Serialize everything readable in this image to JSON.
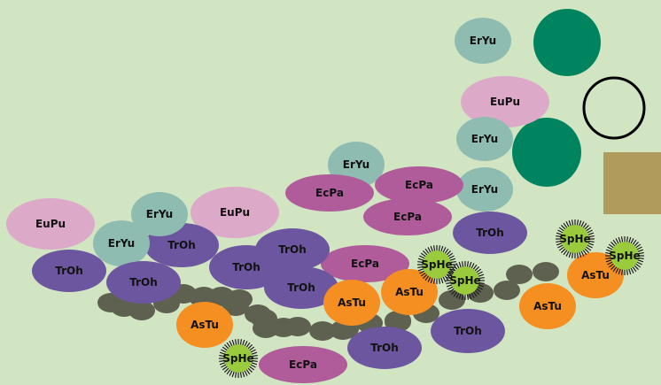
{
  "colors": {
    "background": "#d2e5c3",
    "EuPu": "#dca9c8",
    "ErYu": "#8fbcb1",
    "TrOh": "#6d56a0",
    "EcPa": "#b05b9a",
    "AsTu": "#f58f22",
    "SpHe": "#9acb3c",
    "stone": "#5e6150",
    "tree": "#00845f",
    "bench": "#b09a5c"
  },
  "plants": [
    {
      "label": "ErYu"
    },
    {
      "label": "EuPu"
    },
    {
      "label": "ErYu"
    },
    {
      "label": "ErYu"
    },
    {
      "label": "ErYu"
    },
    {
      "label": "EcPa"
    },
    {
      "label": "EcPa"
    },
    {
      "label": "EcPa"
    },
    {
      "label": "TrOh"
    },
    {
      "label": "EuPu"
    },
    {
      "label": "EuPu"
    },
    {
      "label": "ErYu"
    },
    {
      "label": "ErYu"
    },
    {
      "label": "TrOh"
    },
    {
      "label": "TrOh"
    },
    {
      "label": "TrOh"
    },
    {
      "label": "TrOh"
    },
    {
      "label": "TrOh"
    },
    {
      "label": "EcPa"
    },
    {
      "label": "TrOh"
    },
    {
      "label": "AsTu"
    },
    {
      "label": "AsTu"
    },
    {
      "label": "AsTu"
    },
    {
      "label": "AsTu"
    },
    {
      "label": "AsTu"
    },
    {
      "label": "TrOh"
    },
    {
      "label": "TrOh"
    },
    {
      "label": "EcPa"
    },
    {
      "label": "SpHe"
    },
    {
      "label": "SpHe"
    },
    {
      "label": "SpHe"
    },
    {
      "label": "SpHe"
    },
    {
      "label": "SpHe"
    }
  ],
  "landmarks": [
    "tree",
    "tree",
    "empty-circle",
    "bench"
  ],
  "stone_count": 27
}
